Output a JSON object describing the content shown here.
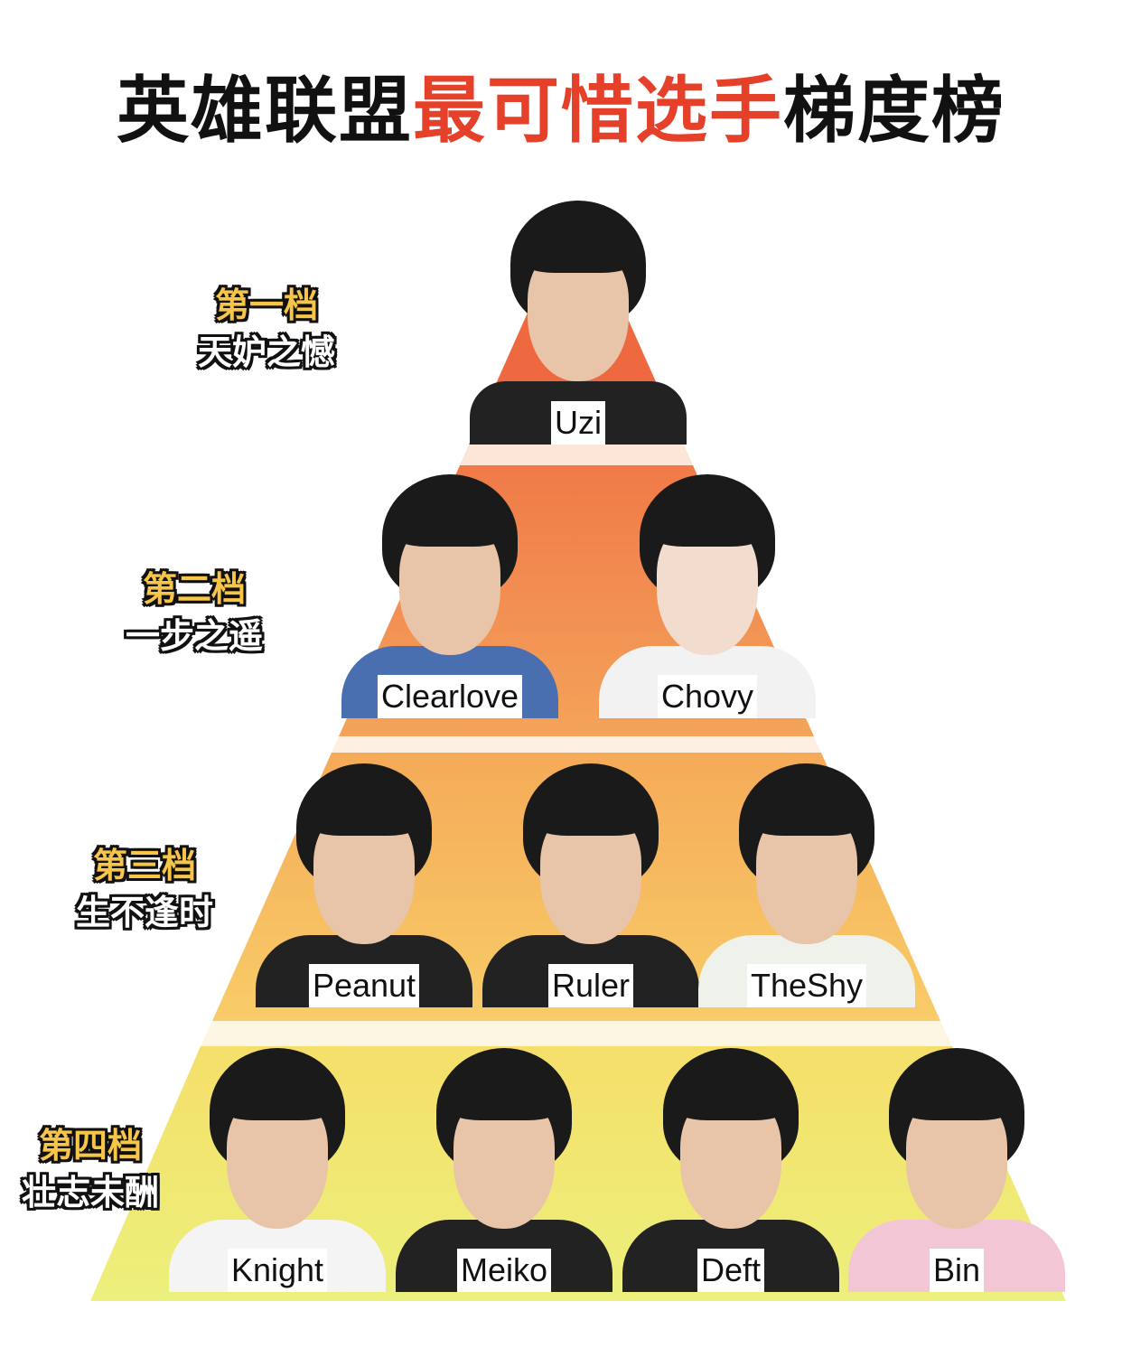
{
  "title": {
    "part1": "英雄联盟",
    "part2": "最可惜选手",
    "part3": "梯度榜"
  },
  "colors": {
    "accent_title": "#e5402a",
    "rank_label": "#f7c648",
    "tier1": "#ee6840",
    "tier2": "#f28f4c",
    "tier3": "#f7bc5e",
    "tier4": "#f1ea72"
  },
  "tiers": [
    {
      "rank": "第一档",
      "motto": "天妒之憾",
      "players": [
        "Uzi"
      ]
    },
    {
      "rank": "第二档",
      "motto": "一步之遥",
      "players": [
        "Clearlove",
        "Chovy"
      ]
    },
    {
      "rank": "第三档",
      "motto": "生不逢时",
      "players": [
        "Peanut",
        "Ruler",
        "TheShy"
      ]
    },
    {
      "rank": "第四档",
      "motto": "壮志未酬",
      "players": [
        "Knight",
        "Meiko",
        "Deft",
        "Bin"
      ]
    }
  ]
}
